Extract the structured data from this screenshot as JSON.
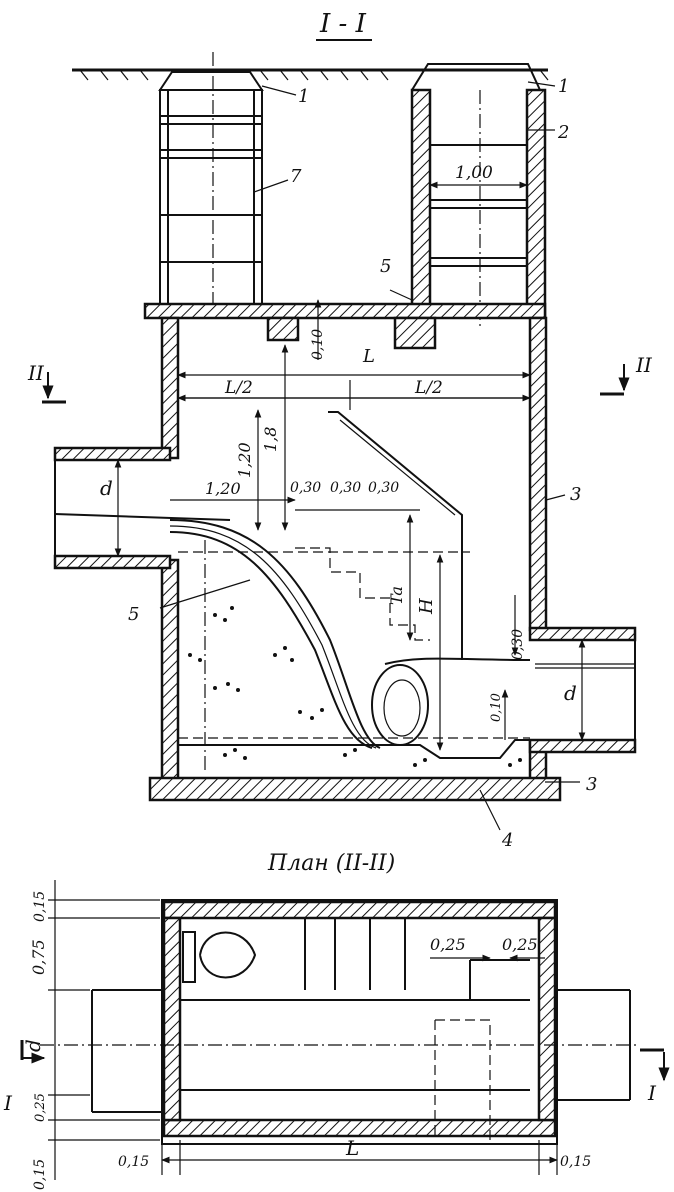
{
  "section_title": "I - I",
  "plan_title": "План (II-II)",
  "callouts": {
    "c1": "1",
    "c2": "2",
    "c3": "3",
    "c4": "4",
    "c5": "5",
    "c7": "7"
  },
  "section_marks": {
    "section_left": "II",
    "section_right": "II",
    "plan_left": "I",
    "plan_right": "I"
  },
  "dims": {
    "width_100": "1,00",
    "thick_010": "0,10",
    "span_L": "L",
    "half_left": "L/2",
    "half_right": "L/2",
    "h_120": "1,20",
    "h_18": "1,8",
    "len_120": "1,20",
    "step_030_a": "0,30",
    "step_030_b": "0,30",
    "step_030_c": "0,30",
    "pipe_d_in": "d",
    "pipe_d_out": "d",
    "t_a": "Ta",
    "head_H": "H",
    "out_030": "0,30",
    "sill_010": "0,10"
  },
  "plan_dims": {
    "p015_top": "0,15",
    "p075": "0,75",
    "p_d": "d",
    "p025_side": "0,25",
    "p015_bottom": "0,15",
    "p025_a": "0,25",
    "p025_b": "0,25",
    "p015_left": "0,15",
    "p_L": "L",
    "p015_right": "0,15"
  }
}
